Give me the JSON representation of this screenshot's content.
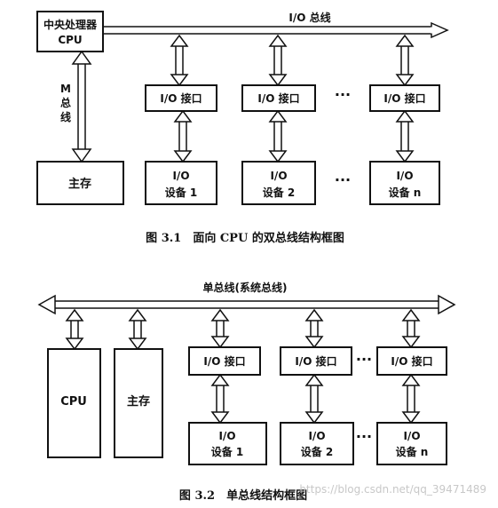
{
  "fig1": {
    "cpu_line1": "中央处理器",
    "cpu_line2": "CPU",
    "io_bus": "I/O 总线",
    "m_bus_line1": "M",
    "m_bus_line2": "总",
    "m_bus_line3": "线",
    "main_memory": "主存",
    "io_interfaces": [
      "I/O 接口",
      "I/O 接口",
      "I/O 接口"
    ],
    "io_devices": [
      {
        "line1": "I/O",
        "line2": "设备 1"
      },
      {
        "line1": "I/O",
        "line2": "设备 2"
      },
      {
        "line1": "I/O",
        "line2": "设备 n"
      }
    ],
    "ellipsis": "···",
    "caption": "图 3.1　面向 CPU 的双总线结构框图"
  },
  "fig2": {
    "bus": "单总线(系统总线)",
    "cpu": "CPU",
    "main_memory": "主存",
    "io_interfaces": [
      "I/O 接口",
      "I/O 接口",
      "I/O 接口"
    ],
    "io_devices": [
      {
        "line1": "I/O",
        "line2": "设备 1"
      },
      {
        "line1": "I/O",
        "line2": "设备 2"
      },
      {
        "line1": "I/O",
        "line2": "设备 n"
      }
    ],
    "ellipsis": "···",
    "caption": "图 3.2　单总线结构框图"
  },
  "watermark": "https://blog.csdn.net/qq_39471489"
}
